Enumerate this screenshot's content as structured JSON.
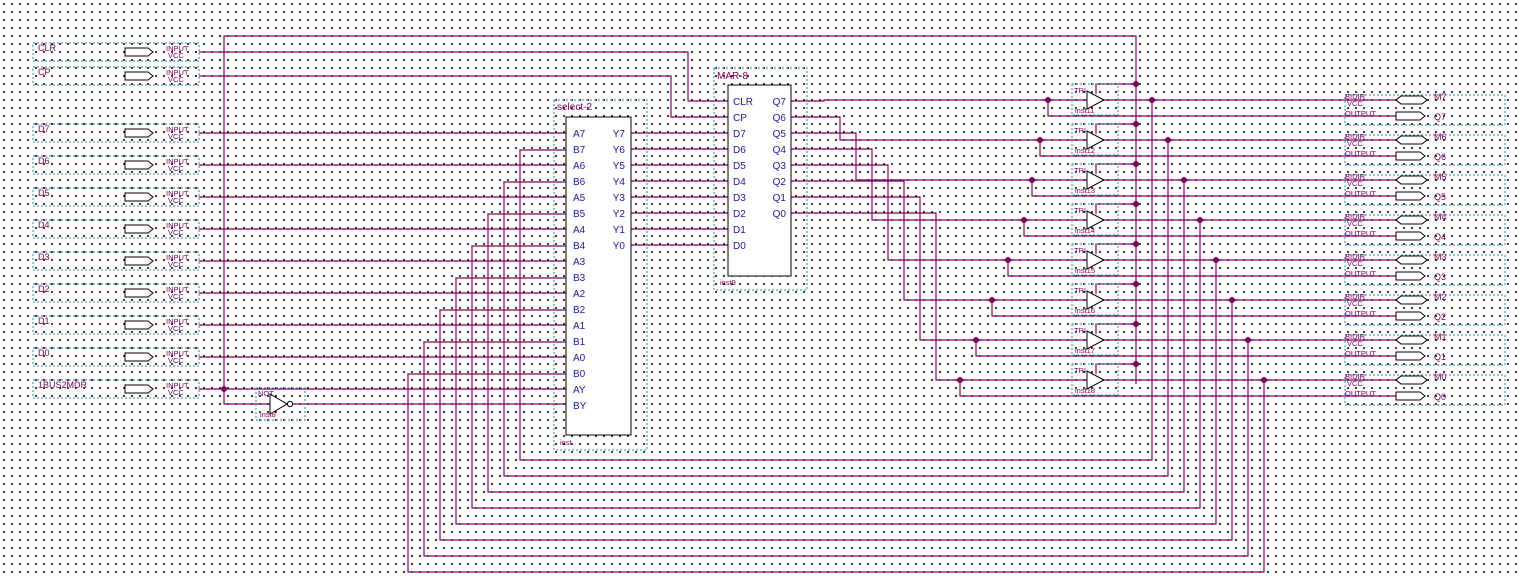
{
  "inputs": [
    {
      "name": "CLR",
      "type": "INPUT",
      "sub": "VCC"
    },
    {
      "name": "CP",
      "type": "INPUT",
      "sub": "VCC"
    },
    {
      "name": "D7",
      "type": "INPUT",
      "sub": "VCC"
    },
    {
      "name": "D6",
      "type": "INPUT",
      "sub": "VCC"
    },
    {
      "name": "D5",
      "type": "INPUT",
      "sub": "VCC"
    },
    {
      "name": "D4",
      "type": "INPUT",
      "sub": "VCC"
    },
    {
      "name": "D3",
      "type": "INPUT",
      "sub": "VCC"
    },
    {
      "name": "D2",
      "type": "INPUT",
      "sub": "VCC"
    },
    {
      "name": "D1",
      "type": "INPUT",
      "sub": "VCC"
    },
    {
      "name": "D0",
      "type": "INPUT",
      "sub": "VCC"
    },
    {
      "name": "1BUS2MDR",
      "type": "INPUT",
      "sub": "VCC"
    }
  ],
  "not_gate": {
    "type": "NOT",
    "inst": "inst8"
  },
  "select": {
    "title": "select-2",
    "inst": "inst",
    "left_pins": [
      "A7",
      "B7",
      "A6",
      "B6",
      "A5",
      "B5",
      "A4",
      "B4",
      "A3",
      "B3",
      "A2",
      "B2",
      "A1",
      "B1",
      "A0",
      "B0",
      "AY",
      "BY"
    ],
    "right_pins": [
      "Y7",
      "Y6",
      "Y5",
      "Y4",
      "Y3",
      "Y2",
      "Y1",
      "Y0"
    ]
  },
  "mar": {
    "title": "MAR-8",
    "inst": "inst9",
    "left_pins": [
      "CLR",
      "CP",
      "D7",
      "D6",
      "D5",
      "D4",
      "D3",
      "D2",
      "D1",
      "D0"
    ],
    "right_pins": [
      "Q7",
      "Q6",
      "Q5",
      "Q4",
      "Q3",
      "Q2",
      "Q1",
      "Q0"
    ]
  },
  "tri_buffers": [
    {
      "type": "TRI",
      "inst": "inst11"
    },
    {
      "type": "TRI",
      "inst": "inst12"
    },
    {
      "type": "TRI",
      "inst": "inst13"
    },
    {
      "type": "TRI",
      "inst": "inst14"
    },
    {
      "type": "TRI",
      "inst": "inst15"
    },
    {
      "type": "TRI",
      "inst": "inst16"
    },
    {
      "type": "TRI",
      "inst": "inst17"
    },
    {
      "type": "TRI",
      "inst": "inst18"
    }
  ],
  "bidir_pins": [
    {
      "type": "BIDIR",
      "sub": "VCC",
      "name": "M7"
    },
    {
      "type": "BIDIR",
      "sub": "VCC",
      "name": "M6"
    },
    {
      "type": "BIDIR",
      "sub": "VCC",
      "name": "M5"
    },
    {
      "type": "BIDIR",
      "sub": "VCC",
      "name": "M4"
    },
    {
      "type": "BIDIR",
      "sub": "VCC",
      "name": "M3"
    },
    {
      "type": "BIDIR",
      "sub": "VCC",
      "name": "M2"
    },
    {
      "type": "BIDIR",
      "sub": "VCC",
      "name": "M1"
    },
    {
      "type": "BIDIR",
      "sub": "VCC",
      "name": "M0"
    }
  ],
  "output_pins": [
    {
      "type": "OUTPUT",
      "name": "Q7"
    },
    {
      "type": "OUTPUT",
      "name": "Q6"
    },
    {
      "type": "OUTPUT",
      "name": "Q5"
    },
    {
      "type": "OUTPUT",
      "name": "Q4"
    },
    {
      "type": "OUTPUT",
      "name": "Q3"
    },
    {
      "type": "OUTPUT",
      "name": "Q2"
    },
    {
      "type": "OUTPUT",
      "name": "Q1"
    },
    {
      "type": "OUTPUT",
      "name": "Q0"
    }
  ],
  "colors": {
    "wire": "#800060",
    "pin_text": "#1a1aa0",
    "frame": "#2a8aa8",
    "grid_dot": "#000000"
  }
}
